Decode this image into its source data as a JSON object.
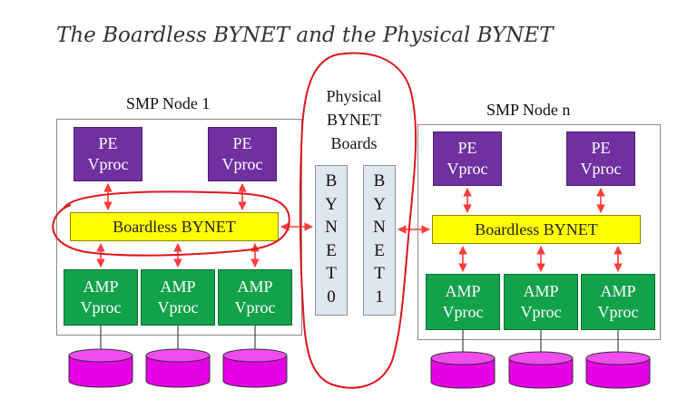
{
  "title": "The Boardless BYNET and the Physical BYNET",
  "node1": {
    "title": "SMP Node 1",
    "pe": [
      {
        "line1": "PE",
        "line2": "Vproc"
      },
      {
        "line1": "PE",
        "line2": "Vproc"
      }
    ],
    "bynet": "Boardless BYNET",
    "amp": [
      {
        "line1": "AMP",
        "line2": "Vproc"
      },
      {
        "line1": "AMP",
        "line2": "Vproc"
      },
      {
        "line1": "AMP",
        "line2": "Vproc"
      }
    ]
  },
  "noden": {
    "title": "SMP Node n",
    "pe": [
      {
        "line1": "PE",
        "line2": "Vproc"
      },
      {
        "line1": "PE",
        "line2": "Vproc"
      }
    ],
    "bynet": "Boardless BYNET",
    "amp": [
      {
        "line1": "AMP",
        "line2": "Vproc"
      },
      {
        "line1": "AMP",
        "line2": "Vproc"
      },
      {
        "line1": "AMP",
        "line2": "Vproc"
      }
    ]
  },
  "physical": {
    "line1": "Physical",
    "line2": "BYNET",
    "line3": "Boards",
    "boards": [
      {
        "letters": [
          "B",
          "Y",
          "N",
          "E",
          "T",
          "0"
        ]
      },
      {
        "letters": [
          "B",
          "Y",
          "N",
          "E",
          "T",
          "1"
        ]
      }
    ]
  },
  "colors": {
    "pe": "#7030a0",
    "amp": "#12a24a",
    "bynet": "#ffff00",
    "board": "#dfe6f0",
    "disk": "#e600e6",
    "arrow": "#ff3b3b",
    "highlight": "#e0141e"
  }
}
